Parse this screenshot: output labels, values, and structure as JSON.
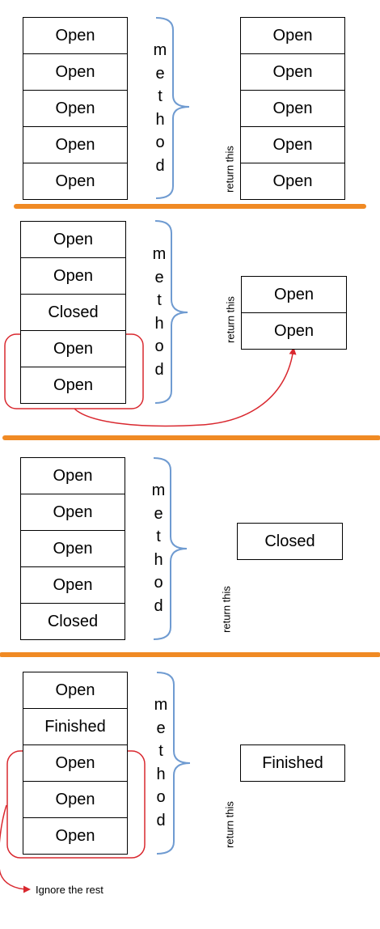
{
  "panels": [
    {
      "input": [
        "Open",
        "Open",
        "Open",
        "Open",
        "Open"
      ],
      "method_label": "method",
      "return_label": "return this",
      "output": [
        "Open",
        "Open",
        "Open",
        "Open",
        "Open"
      ]
    },
    {
      "input": [
        "Open",
        "Open",
        "Closed",
        "Open",
        "Open"
      ],
      "method_label": "method",
      "return_label": "return this",
      "output": [
        "Open",
        "Open"
      ]
    },
    {
      "input": [
        "Open",
        "Open",
        "Open",
        "Open",
        "Closed"
      ],
      "method_label": "method",
      "return_label": "return this",
      "output": [
        "Closed"
      ]
    },
    {
      "input": [
        "Open",
        "Finished",
        "Open",
        "Open",
        "Open"
      ],
      "method_label": "method",
      "return_label": "return this",
      "output": [
        "Finished"
      ],
      "note": "Ignore the rest"
    }
  ],
  "colors": {
    "separator": "#f08a24",
    "brace": "#6f9bd1",
    "highlight": "#d9282f",
    "cell_border": "#000000"
  }
}
